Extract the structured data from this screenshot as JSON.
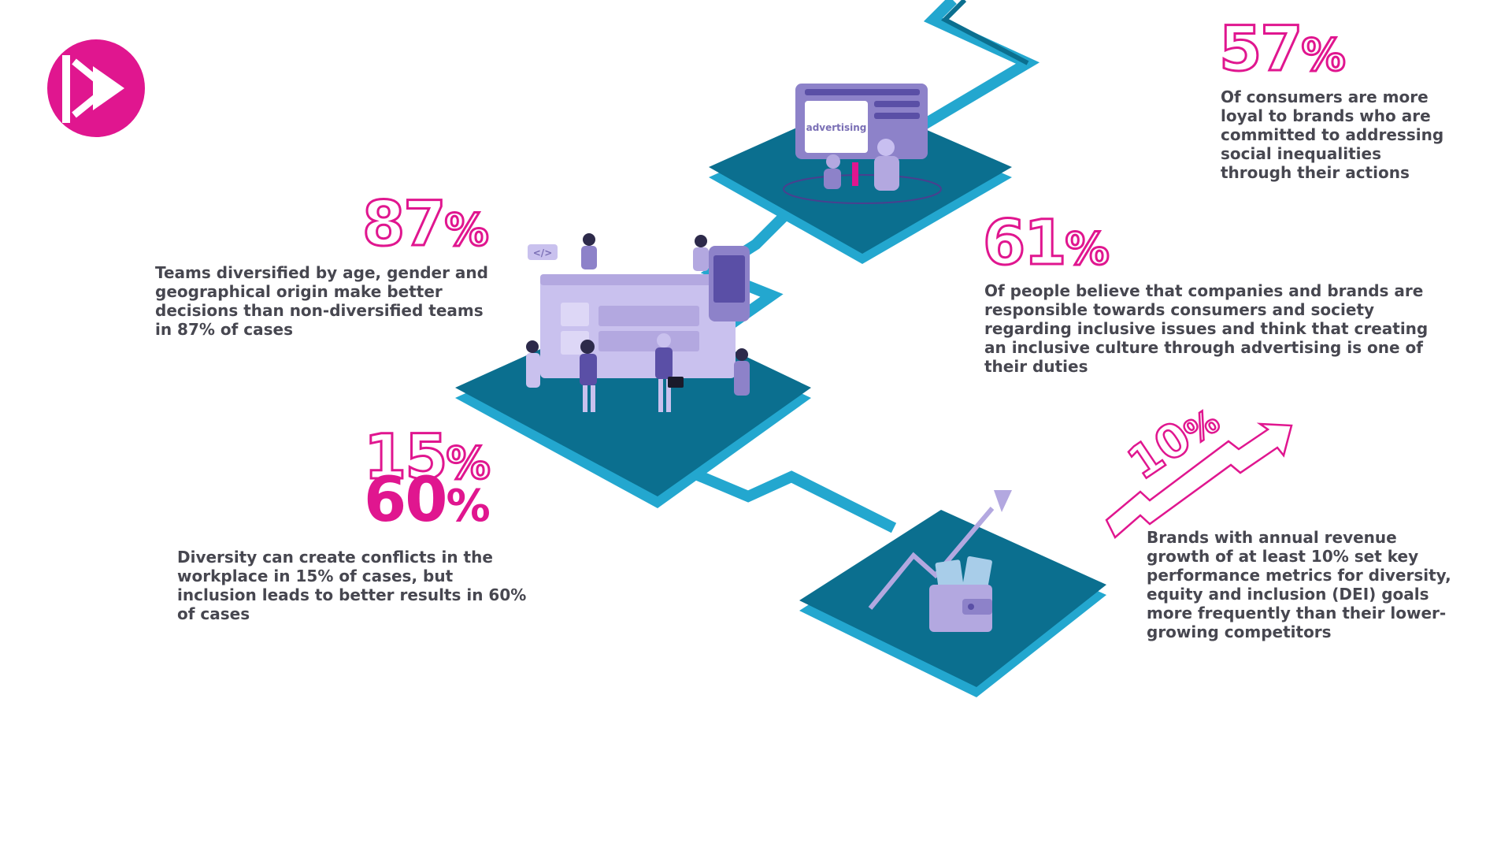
{
  "stats": {
    "s57": {
      "value": "57",
      "unit": "%",
      "text": "Of consumers are more loyal to brands who are committed to addressing social inequalities through their actions"
    },
    "s87": {
      "value": "87",
      "unit": "%",
      "text": "Teams diversified by age, gender and geographical origin make better decisions than non-diversified teams in 87% of cases"
    },
    "s61": {
      "value": "61",
      "unit": "%",
      "text": "Of people believe that companies and brands are responsible towards consumers and society regarding inclusive issues and think that creating an inclusive culture through advertising is one of their duties"
    },
    "s15": {
      "value": "15",
      "unit": "%"
    },
    "s60": {
      "value": "60",
      "unit": "%",
      "text": "Diversity can create conflicts in the workplace in 15% of cases, but inclusion leads to better results in 60% of cases"
    },
    "s10": {
      "value": "10",
      "unit": "%",
      "text": "Brands with annual revenue growth of at least 10% set key performance metrics for diversity, equity and inclusion (DEI) goals more frequently than their lower-growing competitors"
    }
  },
  "illustrations": {
    "screen_label": "advertising",
    "code_tag": "</>"
  },
  "colors": {
    "accent": "#e0168f",
    "path": "#1e9ec6",
    "platform_top": "#0b6f8f",
    "platform_side": "#23a7cf",
    "lavender": "#b3a8e0",
    "purple": "#5a4fa6",
    "text": "#474750"
  },
  "icons": {
    "logo": "play-forward-logo",
    "arrow_up": "trend-arrow-icon"
  }
}
